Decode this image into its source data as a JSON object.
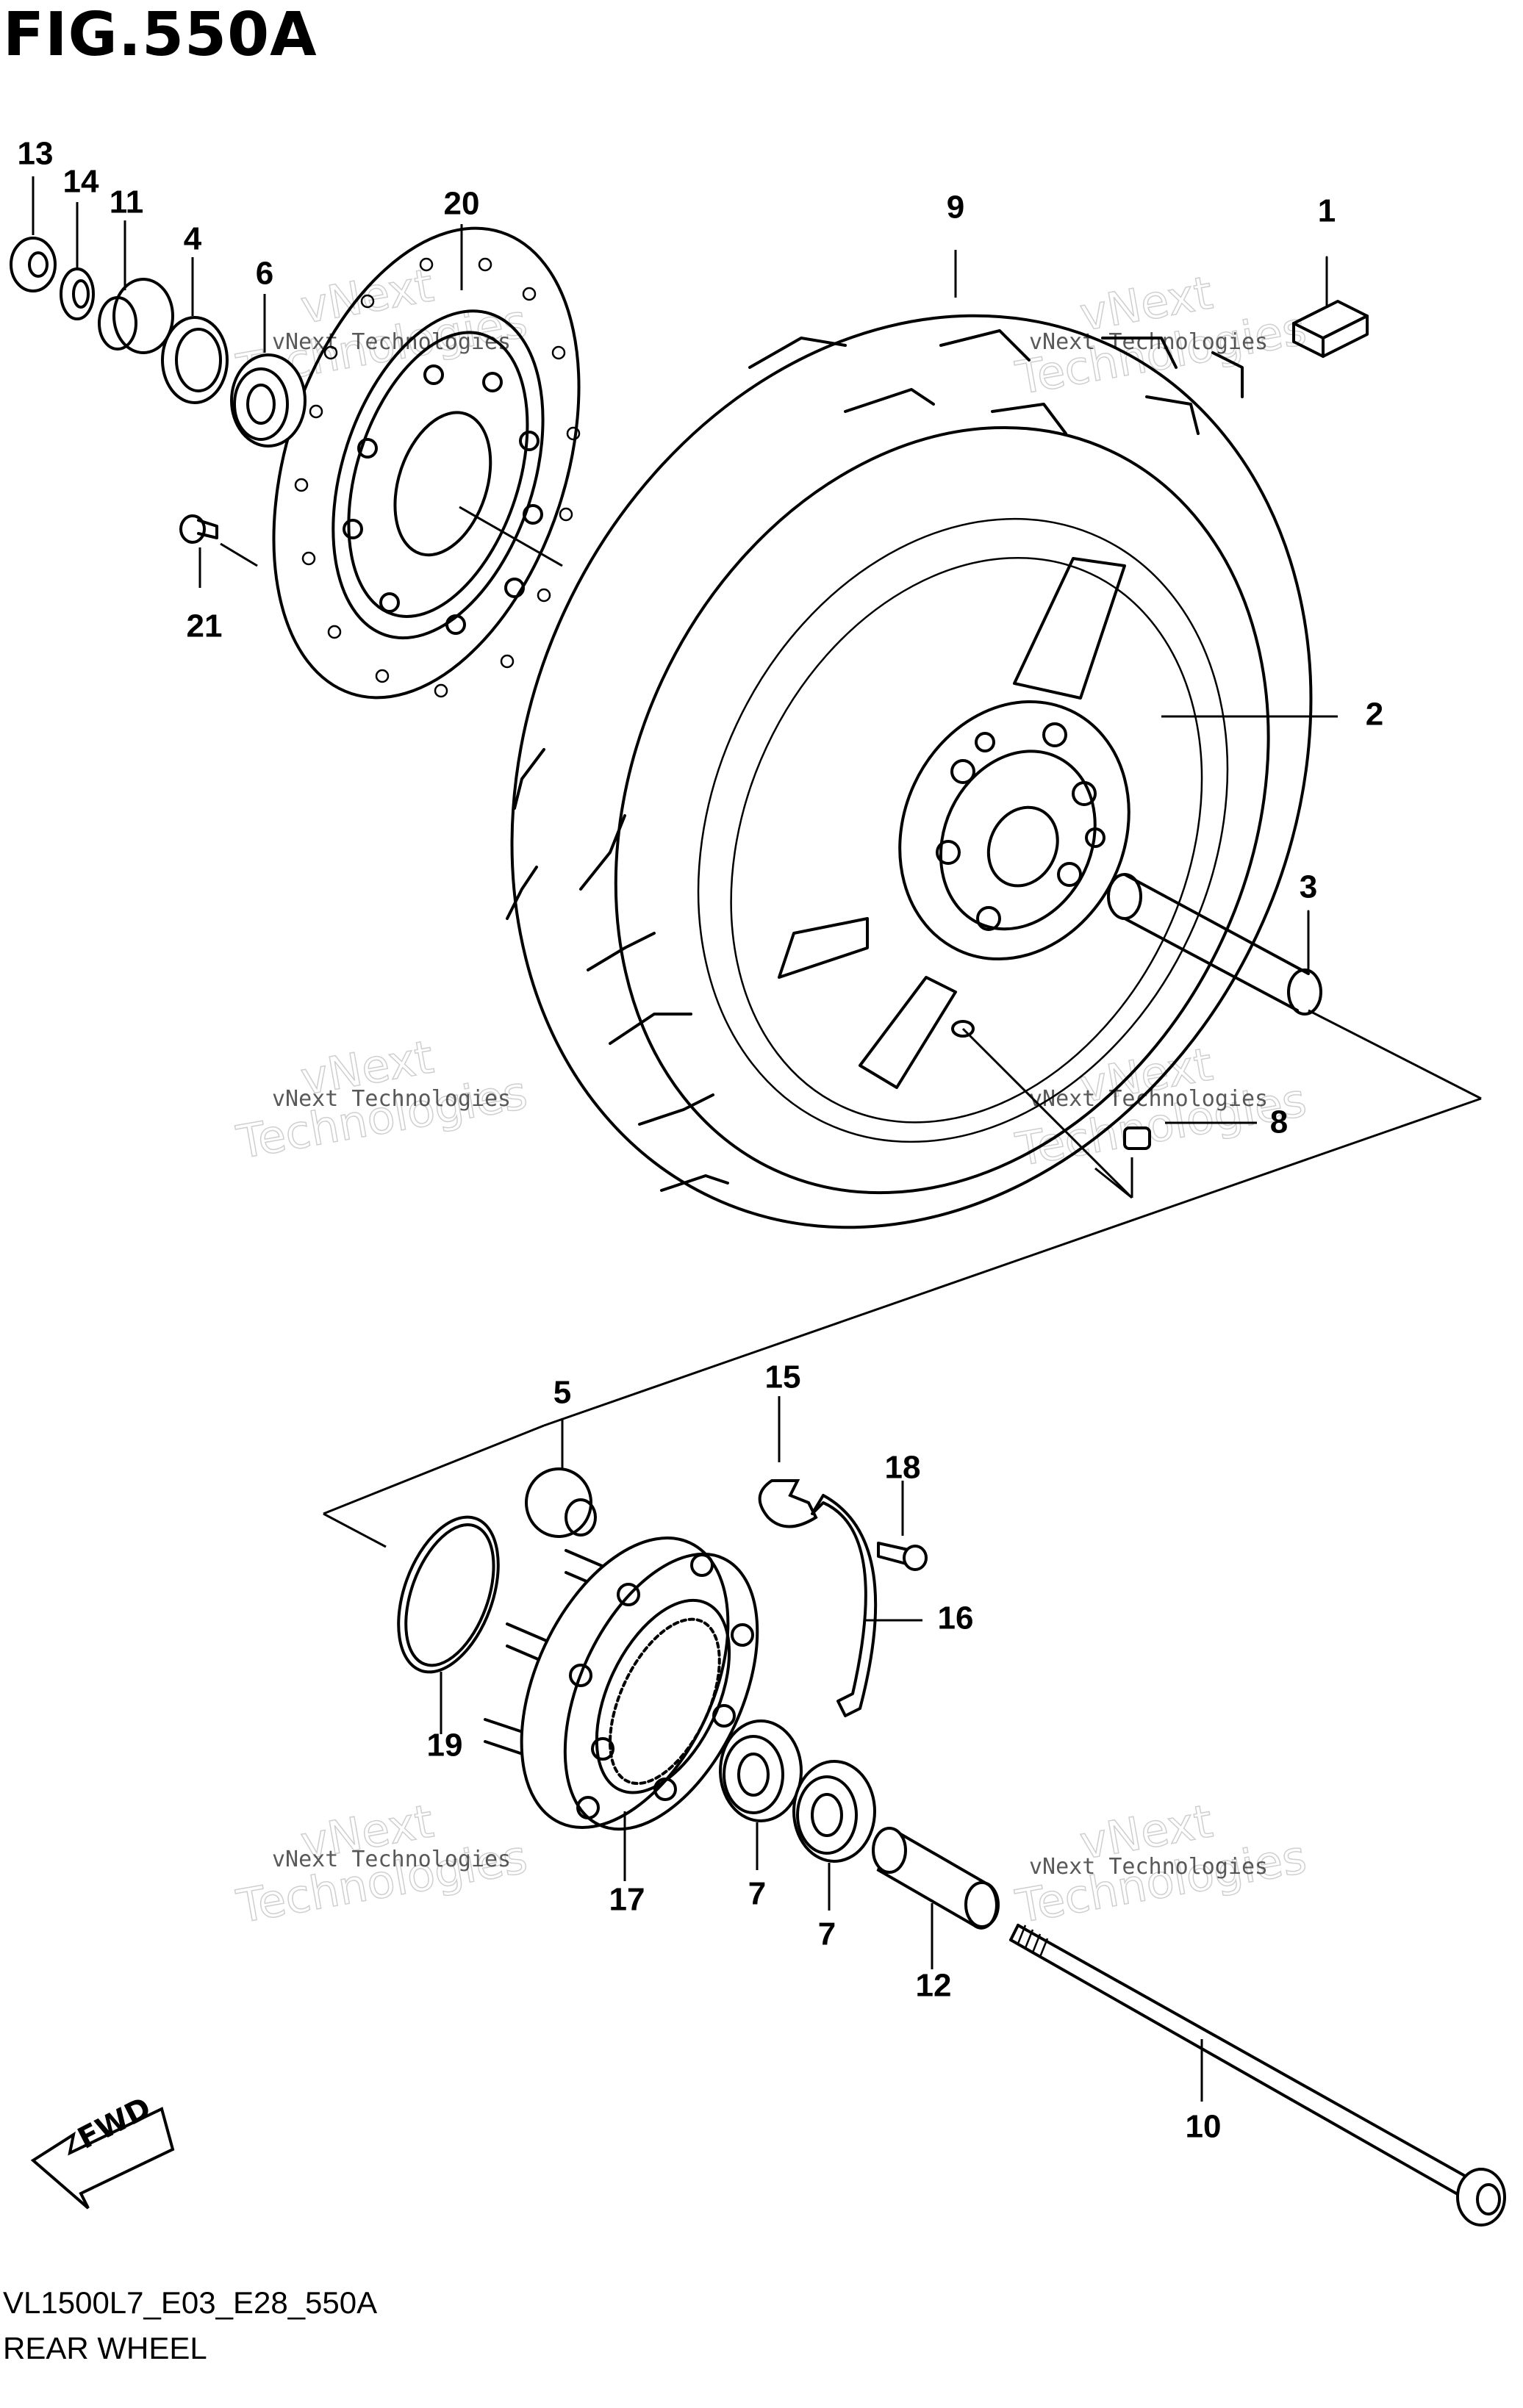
{
  "figure": {
    "title": "FIG.550A",
    "code": "VL1500L7_E03_E28_550A",
    "name": "REAR WHEEL",
    "fwd_label": "FWD"
  },
  "watermark": {
    "line1": "vNext Technologies",
    "line2": "vNext",
    "line3": "Technologies"
  },
  "callouts": {
    "c1": "1",
    "c2": "2",
    "c3": "3",
    "c4": "4",
    "c5": "5",
    "c6": "6",
    "c7a": "7",
    "c7b": "7",
    "c8": "8",
    "c9": "9",
    "c10": "10",
    "c11": "11",
    "c12": "12",
    "c13": "13",
    "c14": "14",
    "c15": "15",
    "c16": "16",
    "c17": "17",
    "c18": "18",
    "c19": "19",
    "c20": "20",
    "c21": "21"
  }
}
